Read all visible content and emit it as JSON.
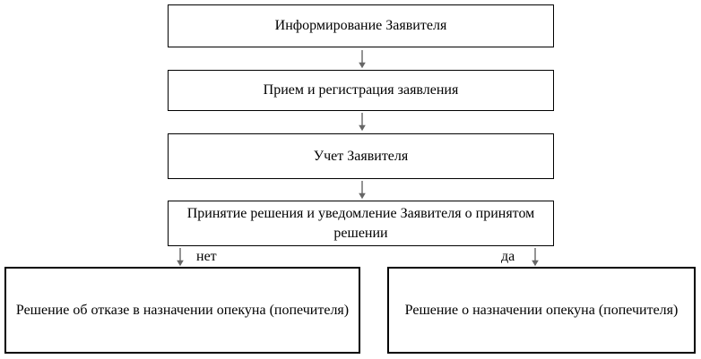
{
  "diagram": {
    "type": "flowchart",
    "colors": {
      "background": "#ffffff",
      "border": "#000000",
      "text": "#000000",
      "arrow": "#666666"
    },
    "steps": [
      {
        "label": "Информирование Заявителя"
      },
      {
        "label": "Прием и регистрация заявления"
      },
      {
        "label": "Учет Заявителя"
      },
      {
        "label": "Принятие решения и уведомление Заявителя о принятом решении"
      }
    ],
    "branch": {
      "no": "нет",
      "yes": "да"
    },
    "outcomes": {
      "no": {
        "label": "Решение об отказе в назначении опекуна (попечителя)"
      },
      "yes": {
        "label": "Решение о назначении опекуна (попечителя)"
      }
    }
  }
}
